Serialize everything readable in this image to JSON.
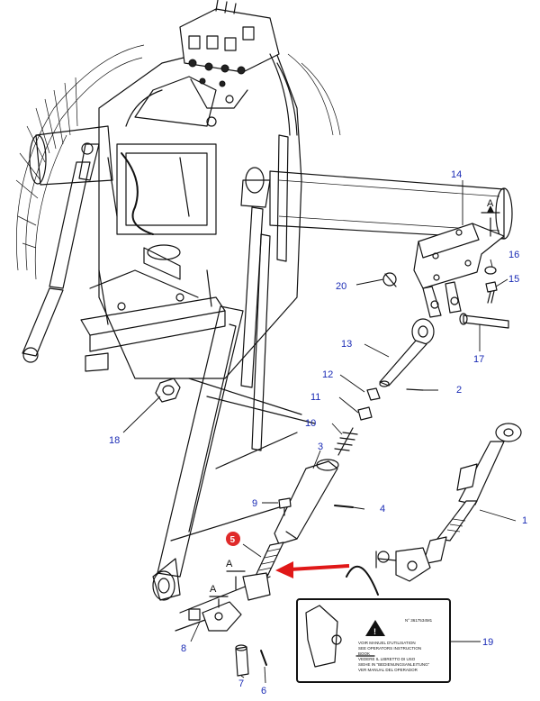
{
  "callouts": [
    {
      "id": "1",
      "text": "1"
    },
    {
      "id": "2",
      "text": "2"
    },
    {
      "id": "3",
      "text": "3"
    },
    {
      "id": "4",
      "text": "4"
    },
    {
      "id": "5",
      "text": "5"
    },
    {
      "id": "6",
      "text": "6"
    },
    {
      "id": "7",
      "text": "7"
    },
    {
      "id": "8",
      "text": "8"
    },
    {
      "id": "9",
      "text": "9"
    },
    {
      "id": "10",
      "text": "10"
    },
    {
      "id": "11",
      "text": "11"
    },
    {
      "id": "12",
      "text": "12"
    },
    {
      "id": "13",
      "text": "13"
    },
    {
      "id": "14",
      "text": "14"
    },
    {
      "id": "15",
      "text": "15"
    },
    {
      "id": "16",
      "text": "16"
    },
    {
      "id": "17",
      "text": "17"
    },
    {
      "id": "18",
      "text": "18"
    },
    {
      "id": "19",
      "text": "19"
    },
    {
      "id": "20",
      "text": "20"
    }
  ],
  "section_marks": {
    "a1": "A",
    "a2": "A",
    "a3": "A"
  },
  "highlight": {
    "number": "5",
    "badge_color": "#e02a2a",
    "arrow_color": "#e01818"
  },
  "callout_color": "#1a2bb5",
  "decal": {
    "code": "N° 3617534M1",
    "lines": [
      "VOIR MANUEL D'UTILISATION",
      "SEE OPERATORS INSTRUCTION",
      "BOOK",
      "VEDERE IL LIBRETTO DI USO",
      "SIEHE IN \"BEDIENUNGSANLEITUNG\"",
      "VER MANUAL DEL OPERADOR"
    ]
  }
}
